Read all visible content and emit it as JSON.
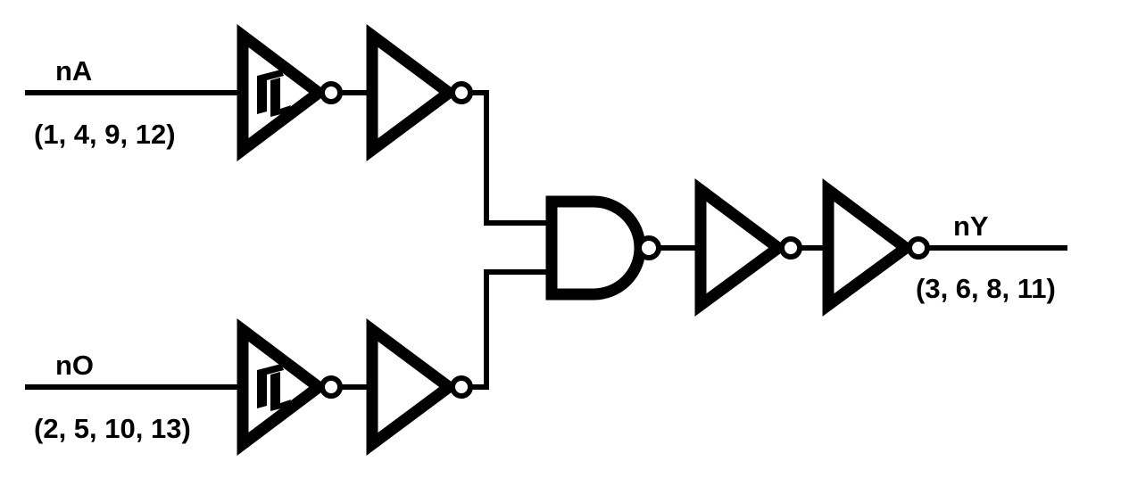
{
  "diagram": {
    "title": "Logic schematic",
    "description": "Dual Schmitt-trigger inverter buffer chains feeding a NAND gate followed by two inverters",
    "line_color": "#000000",
    "background_color": "#ffffff"
  },
  "inputs": [
    {
      "id": "nA",
      "name": "nA",
      "pins": "(1, 4, 9, 12)",
      "row": "top"
    },
    {
      "id": "nO",
      "name": "nO",
      "pins": "(2, 5, 10, 13)",
      "row": "bottom"
    }
  ],
  "outputs": [
    {
      "id": "nY",
      "name": "nY",
      "pins": "(3, 6, 8, 11)",
      "row": "middle"
    }
  ],
  "gates": [
    {
      "id": "inv-top-1",
      "type": "schmitt-inverter",
      "has_bubble": true,
      "has_hysteresis": true
    },
    {
      "id": "inv-top-2",
      "type": "inverter",
      "has_bubble": true,
      "has_hysteresis": false
    },
    {
      "id": "inv-bot-1",
      "type": "schmitt-inverter",
      "has_bubble": true,
      "has_hysteresis": true
    },
    {
      "id": "inv-bot-2",
      "type": "inverter",
      "has_bubble": true,
      "has_hysteresis": false
    },
    {
      "id": "nand-1",
      "type": "nand",
      "has_bubble": true,
      "has_hysteresis": false
    },
    {
      "id": "inv-out-1",
      "type": "inverter",
      "has_bubble": true,
      "has_hysteresis": false
    },
    {
      "id": "inv-out-2",
      "type": "inverter",
      "has_bubble": true,
      "has_hysteresis": false
    }
  ]
}
